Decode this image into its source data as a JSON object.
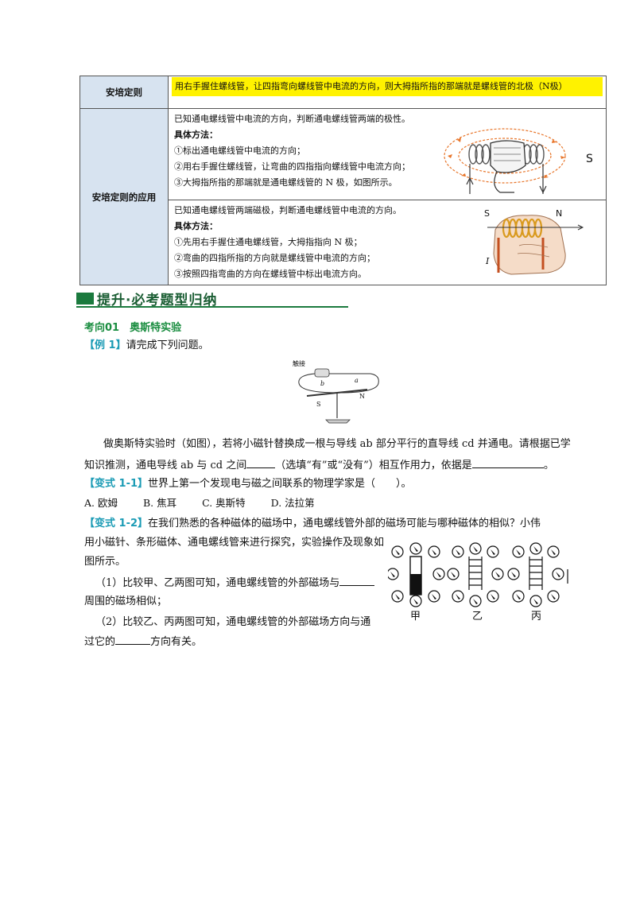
{
  "table": {
    "row1": {
      "head": "安培定则",
      "text": "用右手握住螺线管，让四指弯向螺线管中电流的方向，则大拇指所指的那端就是螺线管的北极（N极）"
    },
    "row2": {
      "head": "安培定则的应用",
      "part1": {
        "intro": "已知通电螺线管中电流的方向，判断通电螺线管两端的极性。",
        "method_label": "具体方法：",
        "steps": [
          "①标出通电螺线管中电流的方向；",
          "②用右手握住螺线管，让弯曲的四指指向螺线管中电流方向；",
          "③大拇指所指的那端就是通电螺线管的 N 极，如图所示。"
        ],
        "fig_label": "S"
      },
      "part2": {
        "intro": "已知通电螺线管两端磁极，判断通电螺线管中电流的方向。",
        "method_label": "具体方法：",
        "steps": [
          "①先用右手握住通电螺线管，大拇指指向 N 极；",
          "②弯曲的四指所指的方向就是螺线管中电流的方向；",
          "③按照四指弯曲的方向在螺线管中标出电流方向。"
        ],
        "fig_labels": [
          "S",
          "N",
          "I"
        ]
      }
    }
  },
  "section": {
    "title": "提升·必考题型归纳"
  },
  "topic": "考向01　奥斯特实验",
  "example1": {
    "tag": "【例 1】",
    "text": "请完成下列问题。",
    "fig_labels": [
      "触接",
      "b",
      "a",
      "S",
      "N"
    ],
    "para_a": "做奥斯特实验时（如图），若将小磁针替换成一根与导线 ab 部分平行的直导线 cd 并通电。请根据已学",
    "para_b1": "知识推测，通电导线 ab 与 cd 之间",
    "para_b2": "（选填“有”或“没有”）相互作用力，依据是",
    "para_b3": "。"
  },
  "variant11": {
    "tag": "【变式 1-1】",
    "text": "世界上第一个发现电与磁之间联系的物理学家是（　　）。",
    "options": [
      "A. 欧姆",
      "B. 焦耳",
      "C. 奥斯特",
      "D. 法拉第"
    ]
  },
  "variant12": {
    "tag": "【变式 1-2】",
    "line1": "在我们熟悉的各种磁体的磁场中，通电螺线管外部的磁场可能与哪种磁体的相似？小伟",
    "line2": "用小磁针、条形磁体、通电螺线管来进行探究，实验操作及现象如",
    "line3": "图所示。",
    "q1a": "（1）比较甲、乙两图可知，通电螺线管的外部磁场与",
    "q1b": "周围的磁场相似；",
    "q2a": "（2）比较乙、丙两图可知，通电螺线管的外部磁场方向与通",
    "q2b1": "过它的",
    "q2b2": "方向有关。",
    "captions": [
      "甲",
      "乙",
      "丙"
    ]
  }
}
